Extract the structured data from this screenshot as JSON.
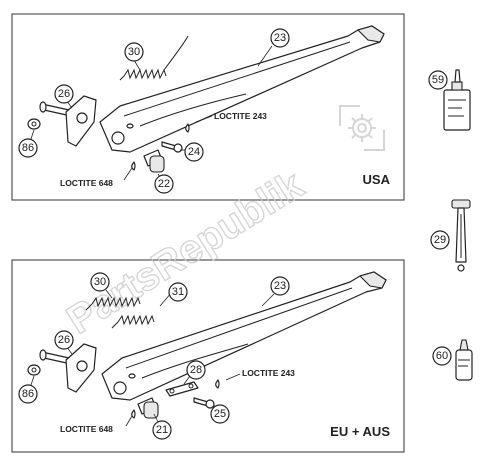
{
  "panels": {
    "top": {
      "region_label": "USA"
    },
    "bottom": {
      "region_label": "EU + AUS"
    }
  },
  "loctite": {
    "top_243": "LOCTITE 243",
    "top_648": "LOCTITE 648",
    "bottom_243": "LOCTITE 243",
    "bottom_648": "LOCTITE 648"
  },
  "callouts": {
    "top": {
      "c23": "23",
      "c30": "30",
      "c26": "26",
      "c86": "86",
      "c24": "24",
      "c22": "22"
    },
    "bottom": {
      "c23": "23",
      "c30": "30",
      "c31": "31",
      "c26": "26",
      "c86": "86",
      "c28": "28",
      "c25": "25",
      "c21": "21"
    },
    "side": {
      "c59": "59",
      "c29": "29",
      "c60": "60"
    }
  },
  "watermark": {
    "text": "PartsRepublik"
  }
}
